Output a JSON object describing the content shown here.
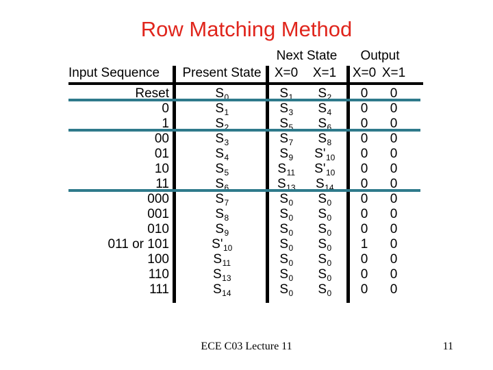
{
  "title": "Row Matching Method",
  "colors": {
    "title_red": "#e0251c",
    "separator_teal": "#2e7a8b",
    "table_lines_black": "#000000"
  },
  "table": {
    "group_headers": {
      "next_state": "Next State",
      "output": "Output"
    },
    "columns": {
      "input": "Input Sequence",
      "present": "Present State",
      "next_x0": "X=0",
      "next_x1": "X=1",
      "out_x0": "X=0",
      "out_x1": "X=1"
    },
    "rows": [
      {
        "input": "Reset",
        "present": {
          "base": "S",
          "sub": "0"
        },
        "next0": {
          "base": "S",
          "sub": "1"
        },
        "next1": {
          "base": "S",
          "sub": "2"
        },
        "out0": "0",
        "out1": "0"
      },
      {
        "input": "0",
        "present": {
          "base": "S",
          "sub": "1"
        },
        "next0": {
          "base": "S",
          "sub": "3"
        },
        "next1": {
          "base": "S",
          "sub": "4"
        },
        "out0": "0",
        "out1": "0"
      },
      {
        "input": "1",
        "present": {
          "base": "S",
          "sub": "2"
        },
        "next0": {
          "base": "S",
          "sub": "5"
        },
        "next1": {
          "base": "S",
          "sub": "6"
        },
        "out0": "0",
        "out1": "0"
      },
      {
        "input": "00",
        "present": {
          "base": "S",
          "sub": "3"
        },
        "next0": {
          "base": "S",
          "sub": "7"
        },
        "next1": {
          "base": "S",
          "sub": "8"
        },
        "out0": "0",
        "out1": "0"
      },
      {
        "input": "01",
        "present": {
          "base": "S",
          "sub": "4"
        },
        "next0": {
          "base": "S",
          "sub": "9"
        },
        "next1": {
          "base": "S'",
          "sub": "10"
        },
        "out0": "0",
        "out1": "0"
      },
      {
        "input": "10",
        "present": {
          "base": "S",
          "sub": "5"
        },
        "next0": {
          "base": "S",
          "sub": "11"
        },
        "next1": {
          "base": "S'",
          "sub": "10"
        },
        "out0": "0",
        "out1": "0"
      },
      {
        "input": "11",
        "present": {
          "base": "S",
          "sub": "6"
        },
        "next0": {
          "base": "S",
          "sub": "13"
        },
        "next1": {
          "base": "S",
          "sub": "14"
        },
        "out0": "0",
        "out1": "0"
      },
      {
        "input": "000",
        "present": {
          "base": "S",
          "sub": "7"
        },
        "next0": {
          "base": "S",
          "sub": "0"
        },
        "next1": {
          "base": "S",
          "sub": "0"
        },
        "out0": "0",
        "out1": "0"
      },
      {
        "input": "001",
        "present": {
          "base": "S",
          "sub": "8"
        },
        "next0": {
          "base": "S",
          "sub": "0"
        },
        "next1": {
          "base": "S",
          "sub": "0"
        },
        "out0": "0",
        "out1": "0"
      },
      {
        "input": "010",
        "present": {
          "base": "S",
          "sub": "9"
        },
        "next0": {
          "base": "S",
          "sub": "0"
        },
        "next1": {
          "base": "S",
          "sub": "0"
        },
        "out0": "0",
        "out1": "0"
      },
      {
        "input": "011 or 101",
        "present": {
          "base": "S'",
          "sub": "10"
        },
        "next0": {
          "base": "S",
          "sub": "0"
        },
        "next1": {
          "base": "S",
          "sub": "0"
        },
        "out0": "1",
        "out1": "0"
      },
      {
        "input": "100",
        "present": {
          "base": "S",
          "sub": "11"
        },
        "next0": {
          "base": "S",
          "sub": "0"
        },
        "next1": {
          "base": "S",
          "sub": "0"
        },
        "out0": "0",
        "out1": "0"
      },
      {
        "input": "110",
        "present": {
          "base": "S",
          "sub": "13"
        },
        "next0": {
          "base": "S",
          "sub": "0"
        },
        "next1": {
          "base": "S",
          "sub": "0"
        },
        "out0": "0",
        "out1": "0"
      },
      {
        "input": "111",
        "present": {
          "base": "S",
          "sub": "14"
        },
        "next0": {
          "base": "S",
          "sub": "0"
        },
        "next1": {
          "base": "S",
          "sub": "0"
        },
        "out0": "0",
        "out1": "0"
      }
    ],
    "separators_after_rows": [
      0,
      2,
      6
    ]
  },
  "footer": {
    "lecture": "ECE C03 Lecture 11",
    "page_number": "11"
  }
}
